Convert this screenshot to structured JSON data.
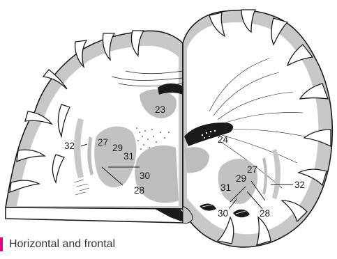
{
  "figure": {
    "labels": {
      "l23": "23",
      "l24": "24",
      "l27a": "27",
      "l29a": "29",
      "l31a": "31",
      "l32a": "32",
      "l30a": "30",
      "l28a": "28",
      "l27b": "27",
      "l29b": "29",
      "l31b": "31",
      "l32b": "32",
      "l30b": "30",
      "l28b": "28"
    }
  },
  "caption": {
    "text": "Horizontal and frontal",
    "accent_color": "#e6007e"
  },
  "colors": {
    "gray_matter": "#c8c8c8",
    "nucleus_gray": "#bdbdbd",
    "white_matter": "#ffffff",
    "outline": "#1a1a1a"
  }
}
